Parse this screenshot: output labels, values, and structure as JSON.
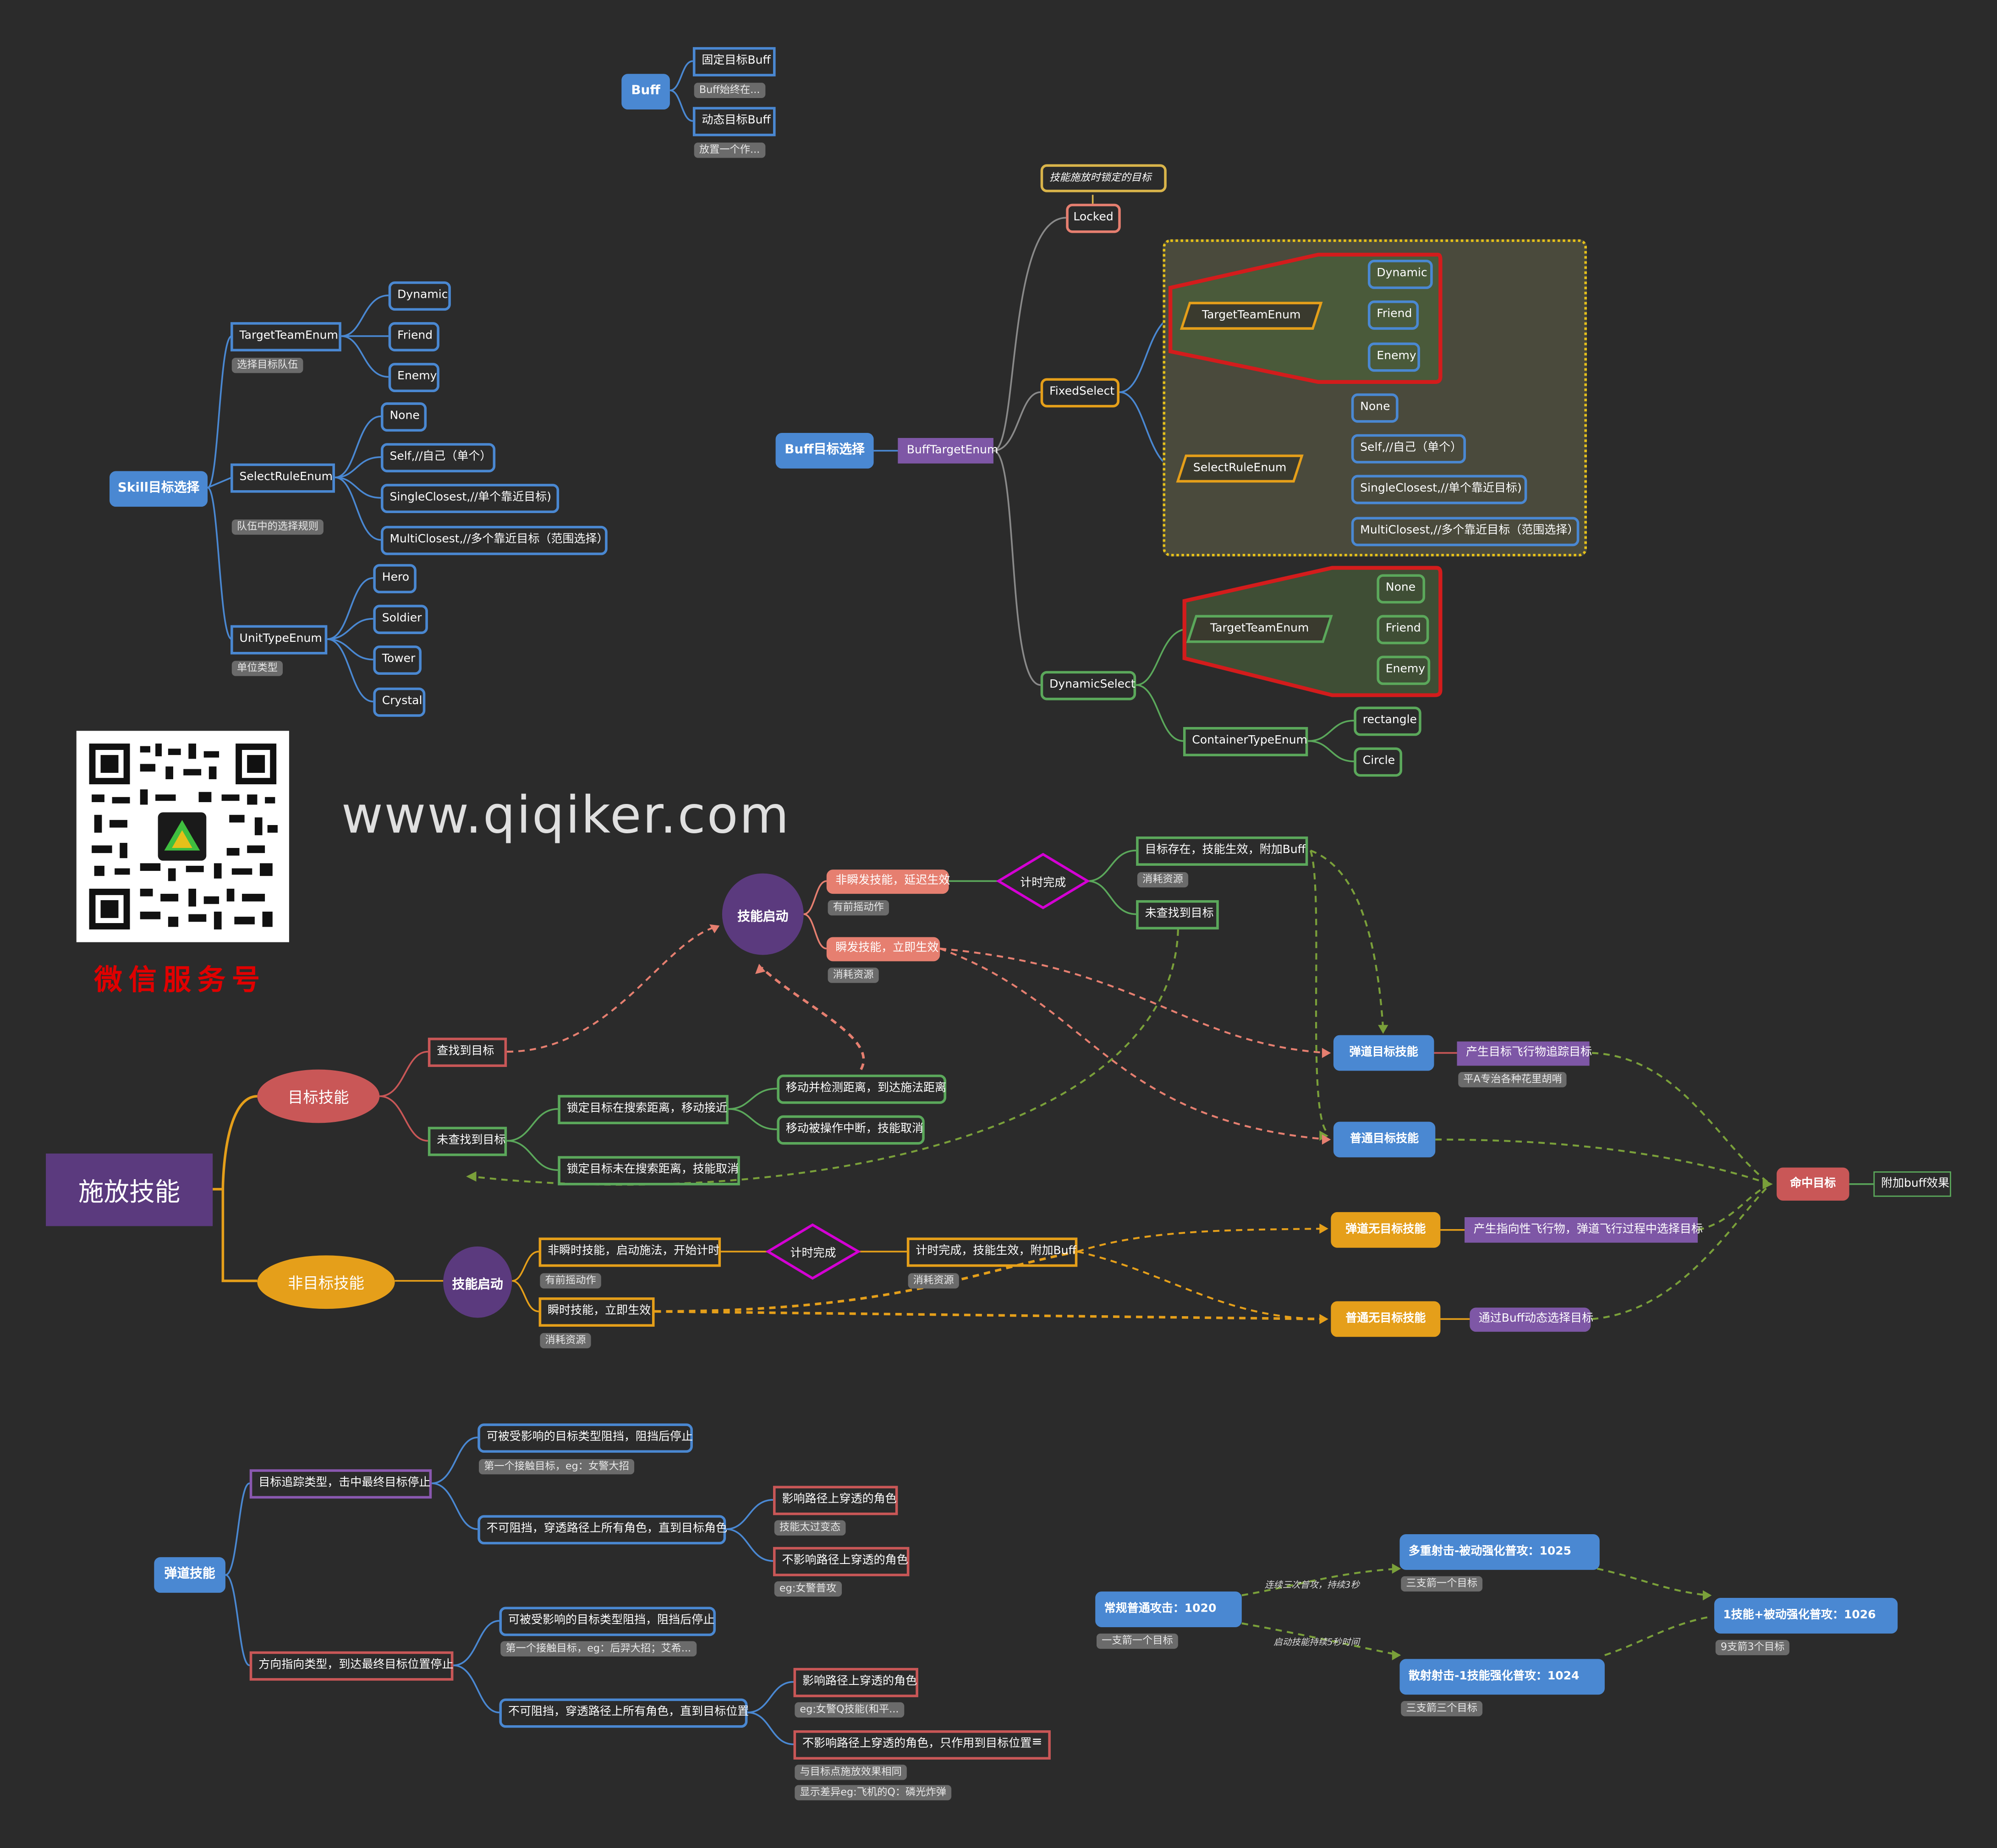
{
  "buff": {
    "root": "Buff",
    "fixed": "固定目标Buff",
    "fixed_note": "Buff始终在...",
    "dynamic": "动态目标Buff",
    "dynamic_note": "放置一个作..."
  },
  "skill_select": {
    "root": "Skill目标选择",
    "team_enum": "TargetTeamEnum",
    "team_note": "选择目标队伍",
    "team_items": [
      "Dynamic",
      "Friend",
      "Enemy"
    ],
    "rule_enum": "SelectRuleEnum",
    "rule_note": "队伍中的选择规则",
    "rule_items": [
      "None",
      "Self,//自己（单个）",
      "SingleClosest,//单个靠近目标)",
      "MultiClosest,//多个靠近目标（范围选择）"
    ],
    "unit_enum": "UnitTypeEnum",
    "unit_note": "单位类型",
    "unit_items": [
      "Hero",
      "Soldier",
      "Tower",
      "Crystal"
    ]
  },
  "buff_select": {
    "root": "Buff目标选择",
    "enum": "BuffTargetEnum",
    "locked_label": "技能施放时锁定的目标",
    "locked": "Locked",
    "fixed": "FixedSelect",
    "fixed_team": "TargetTeamEnum",
    "fixed_team_items": [
      "Dynamic",
      "Friend",
      "Enemy"
    ],
    "fixed_rule": "SelectRuleEnum",
    "fixed_rule_items": [
      "None",
      "Self,//自己（单个）",
      "SingleClosest,//单个靠近目标)",
      "MultiClosest,//多个靠近目标（范围选择）"
    ],
    "dynamic": "DynamicSelect",
    "dyn_team": "TargetTeamEnum",
    "dyn_team_items": [
      "None",
      "Friend",
      "Enemy"
    ],
    "container": "ContainerTypeEnum",
    "container_items": [
      "rectangle",
      "Circle"
    ]
  },
  "watermark": {
    "site": "www.qiqiker.com",
    "wechat": "微信服务号"
  },
  "cast": {
    "root": "施放技能",
    "target_skill": "目标技能",
    "found": "查找到目标",
    "not_found": "未查找到目标",
    "in_range": "锁定目标在搜索距离，移动接近",
    "out_range": "锁定目标未在搜索距离，技能取消",
    "move_detect": "移动并检测距离，到达施法距离",
    "move_cancel": "移动被操作中断，技能取消",
    "start": "技能启动",
    "nonInstant": "非瞬发技能，延迟生效",
    "nonInstant_note": "有前摇动作",
    "instant": "瞬发技能，立即生效",
    "instant_note": "消耗资源",
    "timer": "计时完成",
    "target_exists": "目标存在，技能生效，附加Buff",
    "target_exists_note": "消耗资源",
    "target_missing": "未查找到目标",
    "proj_target": "弹道目标技能",
    "proj_target_desc": "产生目标飞行物追踪目标",
    "proj_target_note": "平A专治各种花里胡哨",
    "normal_target": "普通目标技能",
    "hit": "命中目标",
    "hit_buff": "附加buff效果",
    "nontarget_skill": "非目标技能",
    "nt_start": "技能启动",
    "nt_nonInstant": "非瞬时技能，启动施法，开始计时",
    "nt_nonInstant_note": "有前摇动作",
    "nt_instant": "瞬时技能，立即生效",
    "nt_instant_note": "消耗资源",
    "nt_timer": "计时完成",
    "nt_timer_done": "计时完成，技能生效，附加Buff",
    "nt_timer_note": "消耗资源",
    "proj_nontarget": "弹道无目标技能",
    "proj_nontarget_desc": "产生指向性飞行物，弹道飞行过程中选择目标",
    "normal_nontarget": "普通无目标技能",
    "normal_nontarget_desc": "通过Buff动态选择目标"
  },
  "projectile": {
    "root": "弹道技能",
    "tracking": "目标追踪类型，击中最终目标停止",
    "t_block": "可被受影响的目标类型阻挡，阻挡后停止",
    "t_block_note": "第一个接触目标，eg：女警大招",
    "t_pierce": "不可阻挡，穿透路径上所有角色，直到目标角色",
    "t_affect": "影响路径上穿透的角色",
    "t_affect_note": "技能太过变态",
    "t_noaffect": "不影响路径上穿透的角色",
    "t_noaffect_note": "eg:女警普攻",
    "direction": "方向指向类型，到达最终目标位置停止",
    "d_block": "可被受影响的目标类型阻挡，阻挡后停止",
    "d_block_note": "第一个接触目标，eg：后羿大招；艾希...",
    "d_pierce": "不可阻挡，穿透路径上所有角色，直到目标位置",
    "d_affect": "影响路径上穿透的角色",
    "d_affect_note": "eg:女警Q技能(和平...",
    "d_noaffect": "不影响路径上穿透的角色，只作用到目标位置",
    "d_noaffect_note1": "与目标点施放效果相同",
    "d_noaffect_note2": "显示差异eg:飞机的Q：磷光炸弹"
  },
  "attack": {
    "normal": "常规普通攻击：1020",
    "normal_note": "一支箭一个目标",
    "multi": "多重射击-被动强化普攻：1025",
    "multi_note": "三支箭一个目标",
    "scatter": "散射射击-1技能强化普攻：1024",
    "scatter_note": "三支箭三个目标",
    "combo": "1技能+被动强化普攻：1026",
    "combo_note": "9支箭3个目标",
    "edge1": "连续三次普攻，持续3秒",
    "edge2": "启动技能持续5秒时间"
  },
  "colors": {
    "background": "#2b2b2b",
    "blue": "#4a88d2",
    "green": "#5ba85b",
    "orange": "#e59f1a",
    "red": "#c95757",
    "purple": "#7e57a6",
    "pink": "#e67f70",
    "magenta": "#d400d4"
  }
}
